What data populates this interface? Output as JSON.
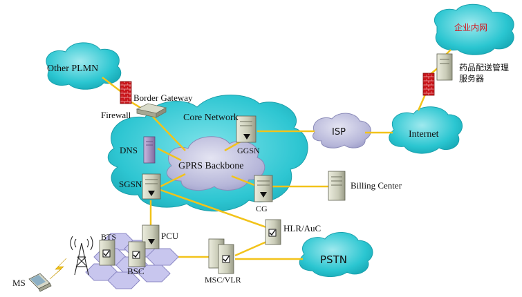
{
  "colors": {
    "cloud_cyan": "#2bc6d1",
    "cloud_cyan_light": "#9fe9ee",
    "cloud_lavender": "#b6b6d9",
    "cloud_lavender_light": "#e4e4f2",
    "link_yellow": "#f2c31a",
    "enterprise_red": "#d4101a",
    "firewall_red": "#c8161b",
    "server_gray": "#c9cbb7",
    "dns_purple": "#9d88b8",
    "hex_lavender": "#c8c6ee"
  },
  "labels": {
    "other_plmn": "Other PLMN",
    "enterprise": "企业内网",
    "pharma_server": "药品配送管理\n服务器",
    "border_gateway": "Border Gateway",
    "firewall": "Firewall",
    "core_network": "Core Network",
    "dns": "DNS",
    "ggsn": "GGSN",
    "gprs_backbone": "GPRS Backbone",
    "isp": "ISP",
    "internet": "Internet",
    "sgsn": "SGSN",
    "cg": "CG",
    "billing_center": "Billing Center",
    "bts": "BTS",
    "pcu": "PCU",
    "bsc": "BSC",
    "hlr_auc": "HLR/AuC",
    "msc_vlr": "MSC/VLR",
    "pstn": "PSTN",
    "ms": "MS"
  },
  "icons": {
    "firewall": "brick-wall-icon",
    "router": "router-icon",
    "server": "server-tower-icon",
    "antenna": "radio-tower-icon",
    "lightning": "lightning-icon",
    "laptop": "laptop-icon"
  }
}
